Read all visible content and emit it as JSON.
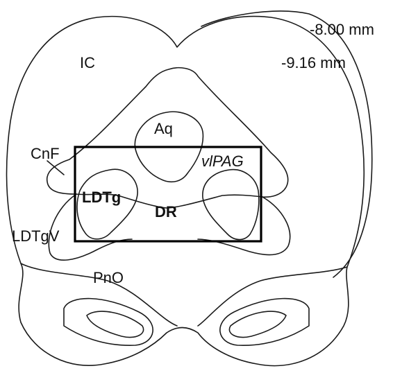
{
  "figure": {
    "levels": {
      "caudal": "-8.00 mm",
      "rostral": "-9.16 mm"
    },
    "regions": {
      "ic": "IC",
      "aq": "Aq",
      "cnf": "CnF",
      "vlpag": "vlPAG",
      "ldtg": "LDTg",
      "dr": "DR",
      "ldtgv": "LDTgV",
      "pno": "PnO"
    },
    "colors": {
      "line": "#1a1a1a",
      "background": "#ffffff"
    }
  }
}
